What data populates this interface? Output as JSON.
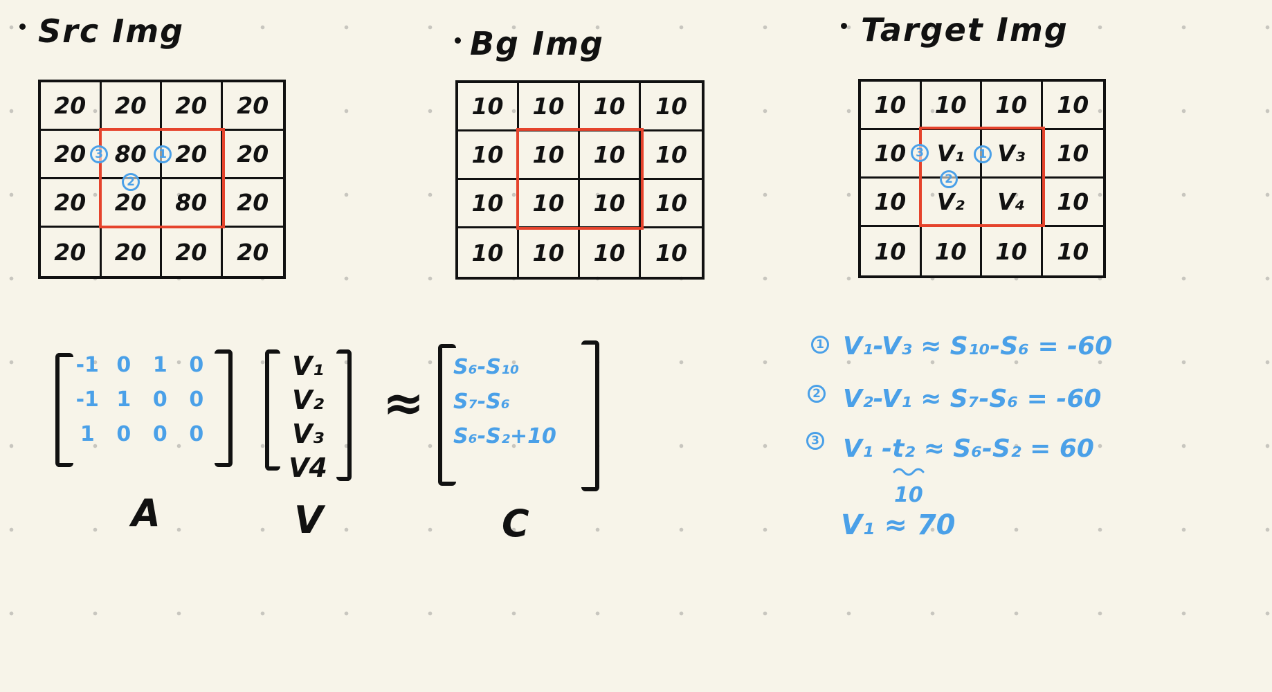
{
  "src": {
    "title": "Src Img",
    "cells": [
      [
        "20",
        "20",
        "20",
        "20"
      ],
      [
        "20",
        "80",
        "20",
        "20"
      ],
      [
        "20",
        "20",
        "80",
        "20"
      ],
      [
        "20",
        "20",
        "20",
        "20"
      ]
    ],
    "markers": [
      "1",
      "2",
      "3"
    ]
  },
  "bg": {
    "title": "Bg Img",
    "cells": [
      [
        "10",
        "10",
        "10",
        "10"
      ],
      [
        "10",
        "10",
        "10",
        "10"
      ],
      [
        "10",
        "10",
        "10",
        "10"
      ],
      [
        "10",
        "10",
        "10",
        "10"
      ]
    ]
  },
  "target": {
    "title": "Target Img",
    "cells": [
      [
        "10",
        "10",
        "10",
        "10"
      ],
      [
        "10",
        "V₁",
        "V₃",
        "10"
      ],
      [
        "10",
        "V₂",
        "V₄",
        "10"
      ],
      [
        "10",
        "10",
        "10",
        "10"
      ]
    ],
    "markers": [
      "1",
      "2",
      "3"
    ]
  },
  "matrix_a": {
    "label": "A",
    "rows": [
      [
        "-1",
        "0",
        "1",
        "0"
      ],
      [
        "-1",
        "1",
        "0",
        "0"
      ],
      [
        "1",
        "0",
        "0",
        "0"
      ]
    ]
  },
  "vector_v": {
    "label": "V",
    "entries": [
      "V₁",
      "V₂",
      "V₃",
      "V4"
    ]
  },
  "approx_symbol": "≈",
  "vector_c": {
    "label": "C",
    "entries": [
      "S₆-S₁₀",
      "S₇-S₆",
      "S₆-S₂+10"
    ]
  },
  "equations": [
    {
      "num": "1",
      "text": "V₁-V₃ ≈ S₁₀-S₆ = -60"
    },
    {
      "num": "2",
      "text": "V₂-V₁ ≈ S₇-S₆ = -60"
    },
    {
      "num": "3",
      "text": "V₁ -t₂ ≈ S₆-S₂ = 60"
    }
  ],
  "t2_value": "10",
  "result": "V₁ ≈ 70",
  "colors": {
    "background": "#f7f4e9",
    "ink": "#111111",
    "highlight": "#e5432c",
    "annotation": "#4aa0e8"
  }
}
